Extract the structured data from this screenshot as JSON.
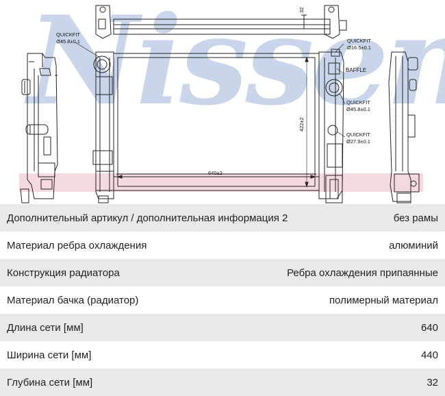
{
  "drawing": {
    "watermark_text": "Nissens",
    "reg_mark": "®",
    "labels": {
      "quickfit_left_title": "QUICKFIT",
      "quickfit_left_dim": "Ø45.8±0.1",
      "quickfit_top_title": "QUICKFIT",
      "quickfit_top_dim": "Ø16.5±0.1",
      "baffle": "BAFFLE",
      "quickfit_mid_title": "QUICKFIT",
      "quickfit_mid_dim": "Ø45.8±0.1",
      "quickfit_low_title": "QUICKFIT",
      "quickfit_low_dim": "Ø27.9±0.1",
      "width_dim": "640±2",
      "height_dim": "422±2",
      "depth_dim": "32"
    }
  },
  "specs": [
    {
      "name": "Дополнительный артикул / дополнительная информация 2",
      "value": "без рамы"
    },
    {
      "name": "Материал ребра охлаждения",
      "value": "алюминий"
    },
    {
      "name": "Конструкция радиатора",
      "value": "Ребра охлаждения припаянные"
    },
    {
      "name": "Материал бачка (радиатор)",
      "value": "полимерный материал"
    },
    {
      "name": "Длина сети [мм]",
      "value": "640"
    },
    {
      "name": "Ширина сети [мм]",
      "value": "440"
    },
    {
      "name": "Глубина сети [мм]",
      "value": "32"
    }
  ]
}
